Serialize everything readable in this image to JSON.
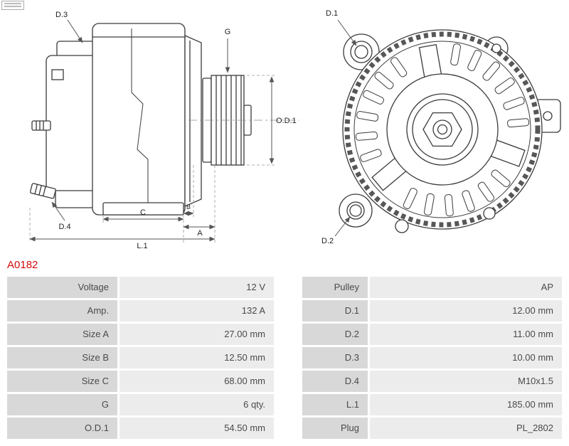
{
  "part_number": "A0182",
  "diagram": {
    "side_view_labels": {
      "D3": "D.3",
      "D4": "D.4",
      "G": "G",
      "OD1": "O.D.1",
      "C": "C",
      "B": "B",
      "A": "A",
      "L1": "L.1"
    },
    "front_view_labels": {
      "D1": "D.1",
      "D2": "D.2"
    }
  },
  "colors": {
    "part_number_red": "#d20a0a",
    "table_label_bg": "#d8d8d8",
    "table_value_bg": "#ececec",
    "drawing_line": "#3a3a3a"
  },
  "spec_table": {
    "rows": [
      {
        "label_left": "Voltage",
        "value_left": "12 V",
        "label_right": "Pulley",
        "value_right": "AP"
      },
      {
        "label_left": "Amp.",
        "value_left": "132 A",
        "label_right": "D.1",
        "value_right": "12.00 mm"
      },
      {
        "label_left": "Size A",
        "value_left": "27.00 mm",
        "label_right": "D.2",
        "value_right": "11.00 mm"
      },
      {
        "label_left": "Size B",
        "value_left": "12.50 mm",
        "label_right": "D.3",
        "value_right": "10.00 mm"
      },
      {
        "label_left": "Size C",
        "value_left": "68.00 mm",
        "label_right": "D.4",
        "value_right": "M10x1.5"
      },
      {
        "label_left": "G",
        "value_left": "6 qty.",
        "label_right": "L.1",
        "value_right": "185.00 mm"
      },
      {
        "label_left": "O.D.1",
        "value_left": "54.50 mm",
        "label_right": "Plug",
        "value_right": "PL_2802"
      }
    ]
  }
}
